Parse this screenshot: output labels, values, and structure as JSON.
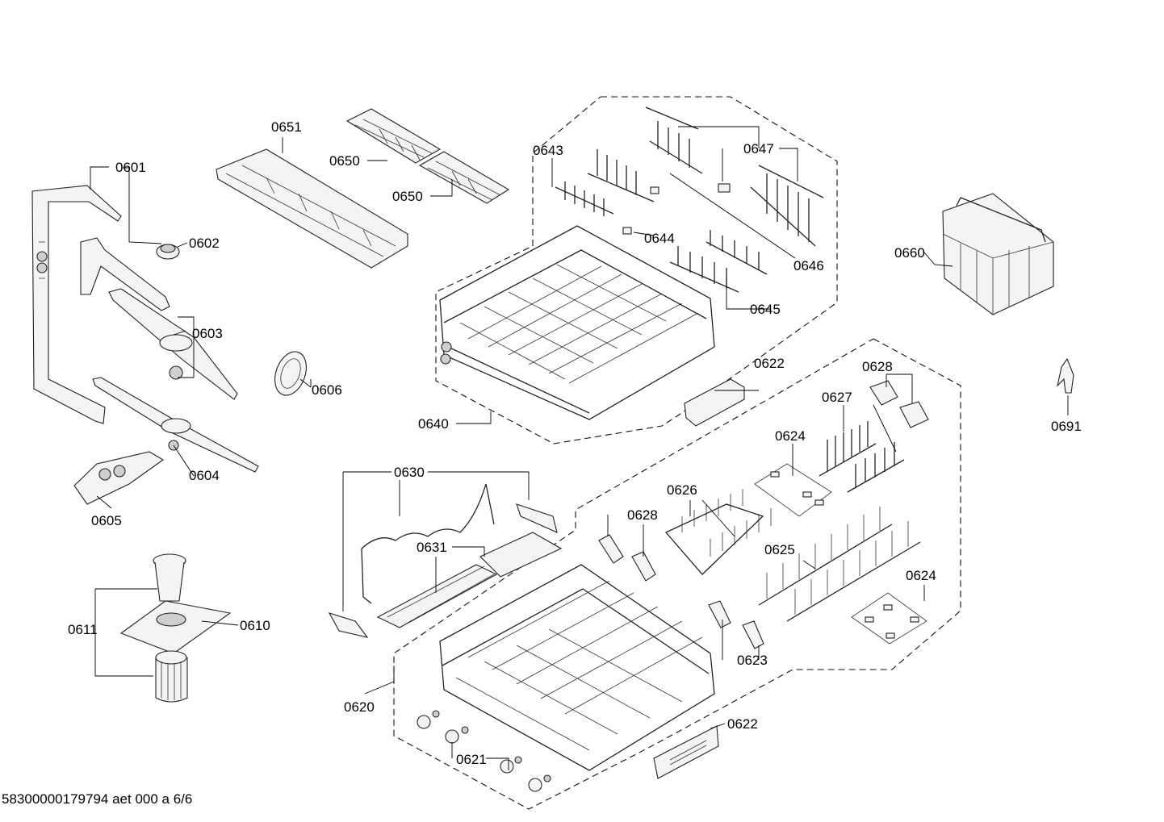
{
  "document_id": "58300000179794 aet 000 a 6/6",
  "callouts": {
    "c0601": "0601",
    "c0602": "0602",
    "c0603": "0603",
    "c0604": "0604",
    "c0605": "0605",
    "c0606": "0606",
    "c0610": "0610",
    "c0611": "0611",
    "c0620": "0620",
    "c0621": "0621",
    "c0622a": "0622",
    "c0622b": "0622",
    "c0623": "0623",
    "c0624a": "0624",
    "c0624b": "0624",
    "c0625": "0625",
    "c0626": "0626",
    "c0627": "0627",
    "c0628a": "0628",
    "c0628b": "0628",
    "c0630": "0630",
    "c0631": "0631",
    "c0640": "0640",
    "c0643": "0643",
    "c0644": "0644",
    "c0645": "0645",
    "c0646": "0646",
    "c0647": "0647",
    "c0650a": "0650",
    "c0650b": "0650",
    "c0651": "0651",
    "c0660": "0660",
    "c0691": "0691"
  }
}
